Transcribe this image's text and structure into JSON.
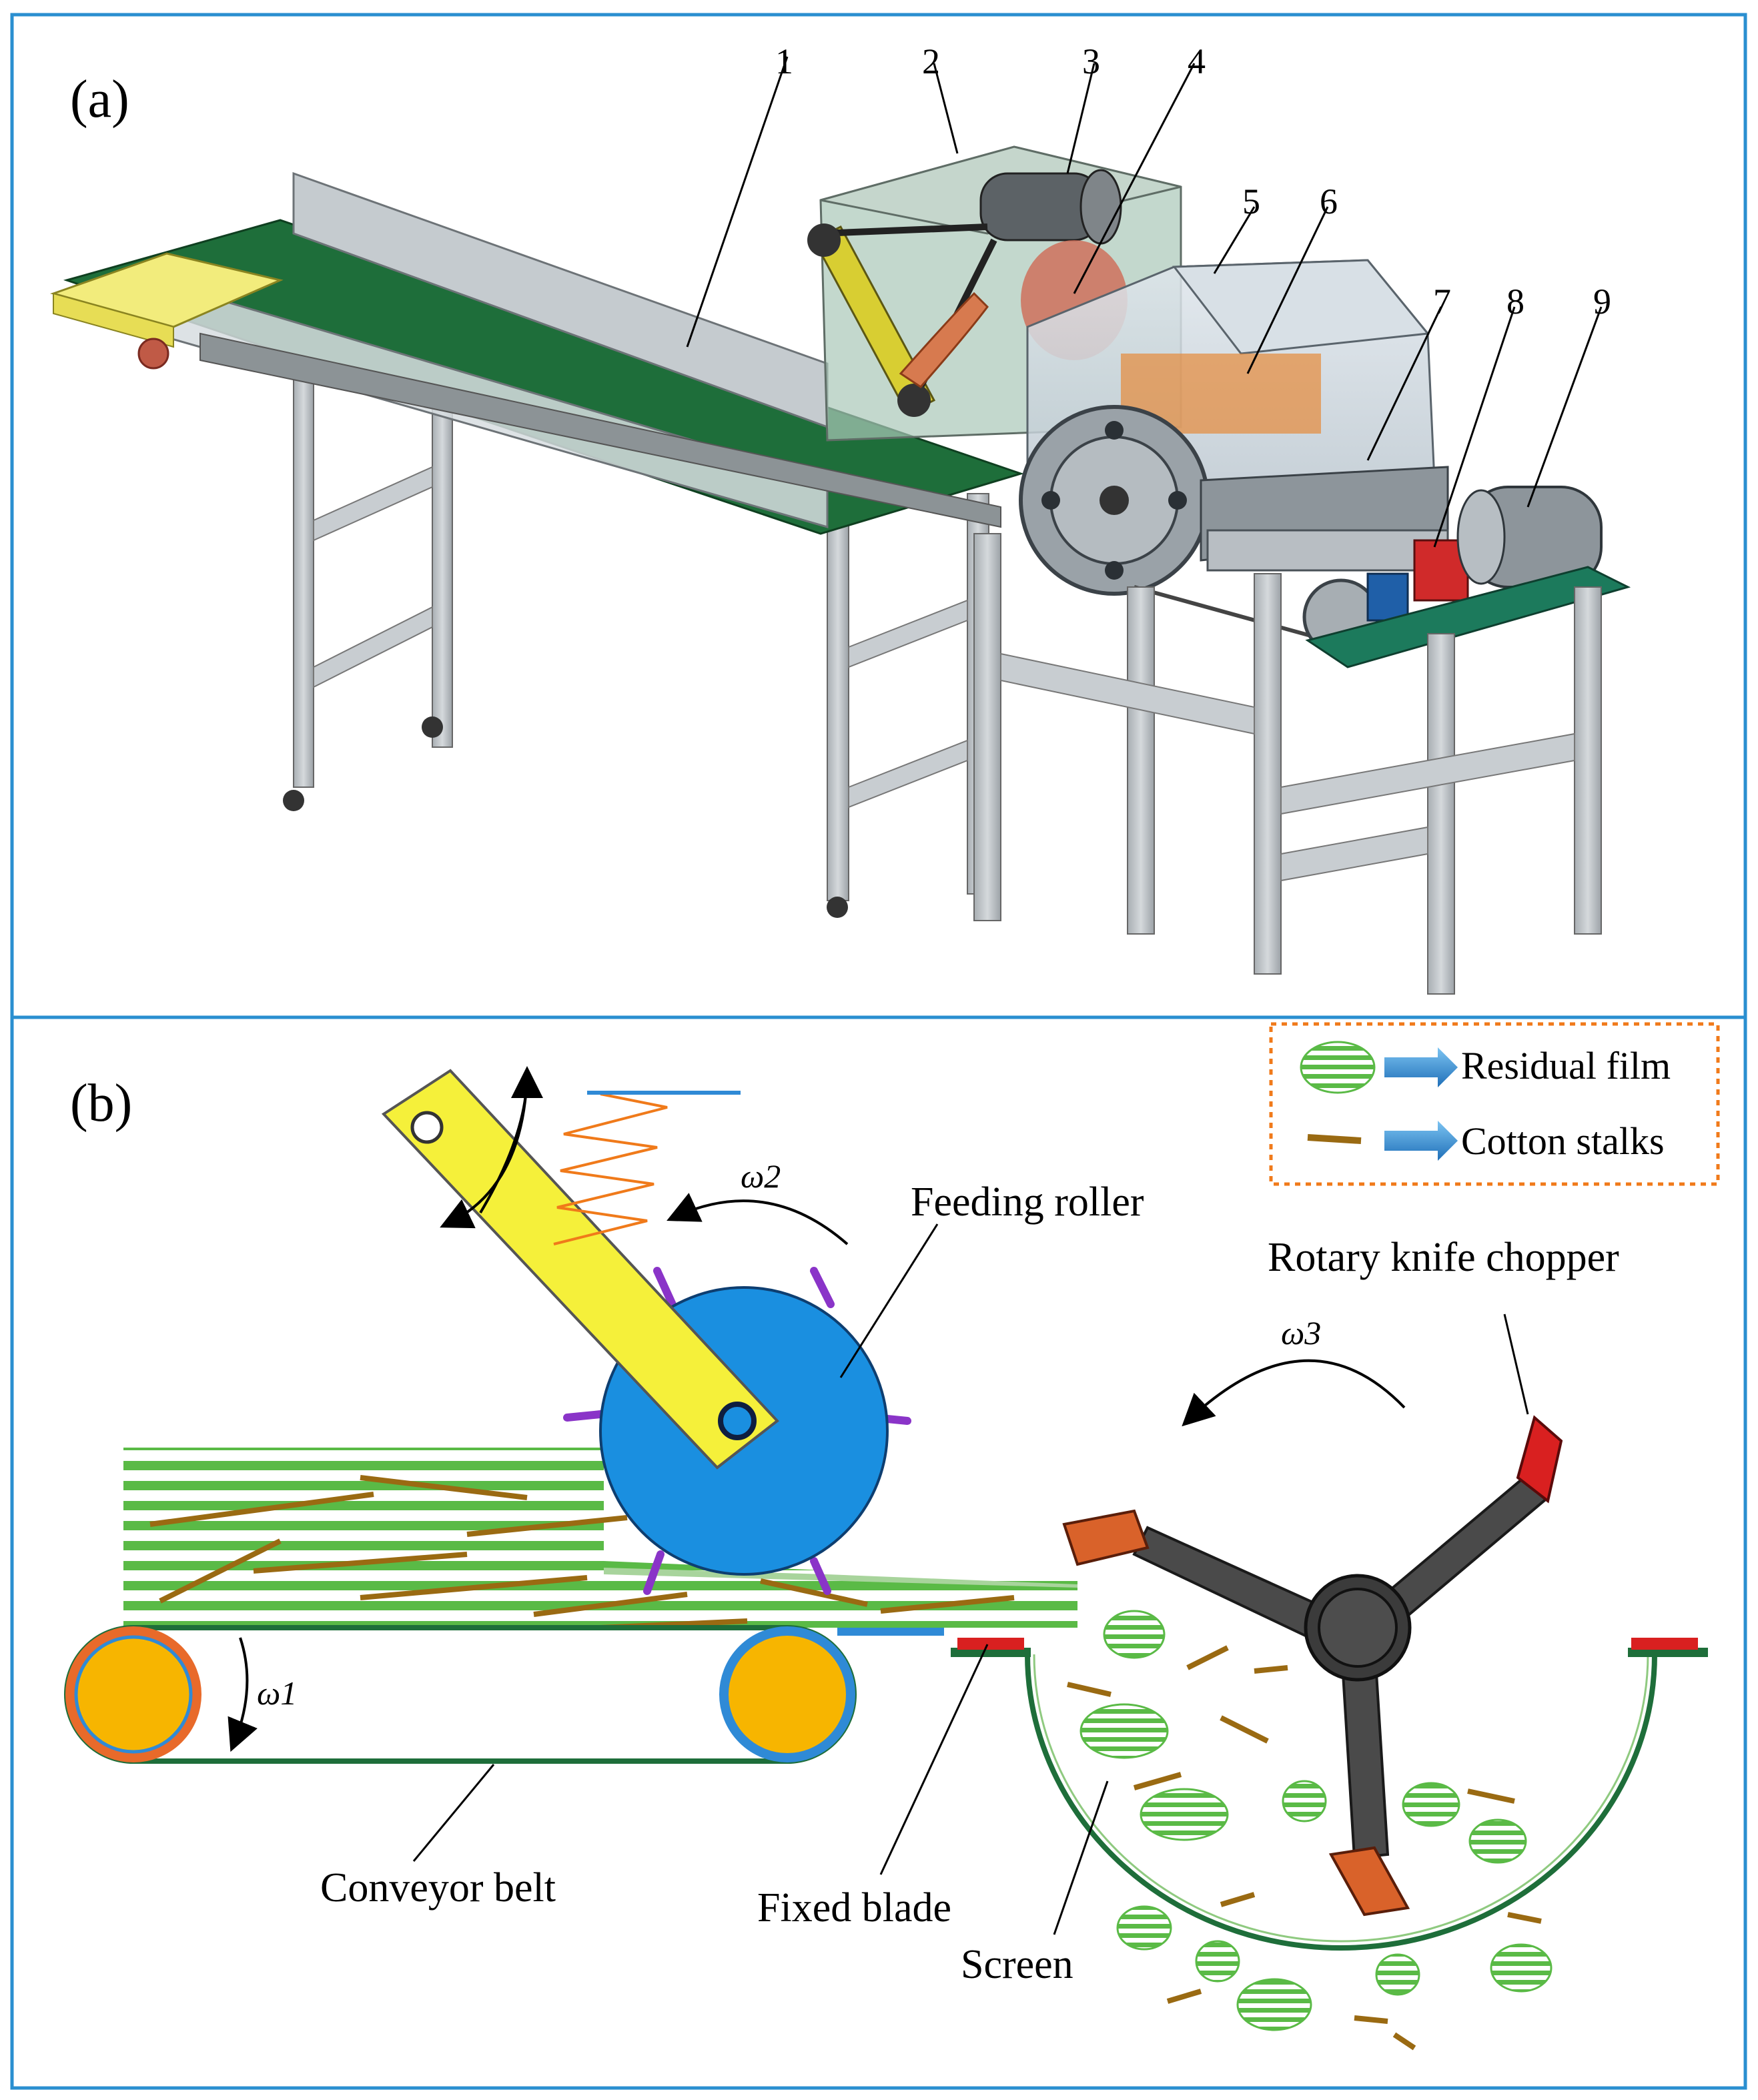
{
  "panel_a": {
    "label": "(a)",
    "callouts": [
      "1",
      "2",
      "3",
      "4",
      "5",
      "6",
      "7",
      "8",
      "9"
    ]
  },
  "panel_b": {
    "label": "(b)",
    "legend": {
      "residual_film": "Residual film",
      "cotton_stalks": "Cotton stalks"
    },
    "labels": {
      "feeding_roller": "Feeding roller",
      "rotary_knife_chopper": "Rotary knife chopper",
      "conveyor_belt": "Conveyor belt",
      "fixed_blade": "Fixed blade",
      "screen": "Screen"
    },
    "omegas": {
      "w1": "ω1",
      "w2": "ω2",
      "w3": "ω3"
    }
  },
  "colors": {
    "frame": "#2a8fd0",
    "belt_green": "#1e6e3a",
    "roller_blue": "#1a8fe0",
    "arm_yellow": "#f5f03a",
    "pulley_orange": "#f7b500",
    "stalk_brown": "#9a6a12",
    "film_green": "#5aba46",
    "legend_border": "#f07a1a",
    "arrow_blue": "#2f8ad6",
    "blade_red": "#d92020",
    "blade_orange": "#d9622a",
    "chopper_dark": "#4a4a4a"
  }
}
